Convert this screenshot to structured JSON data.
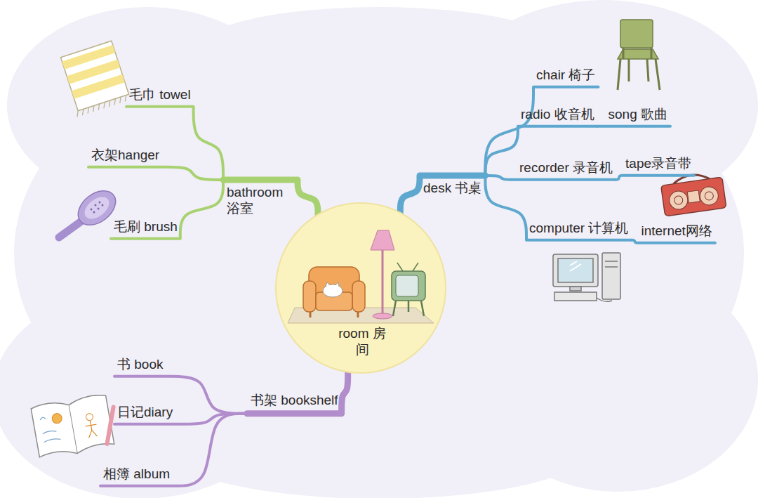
{
  "diagram": {
    "nodes": [
      {
        "text": [
          "room 房间"
        ]
      },
      {
        "text": [
          "bathroom 浴室"
        ]
      },
      {
        "text": [
          "毛巾 towel"
        ]
      },
      {
        "text": [
          "衣架hanger"
        ]
      },
      {
        "text": [
          "毛刷 brush"
        ]
      },
      {
        "text": [
          "desk 书桌"
        ]
      },
      {
        "text": [
          "chair 椅子"
        ]
      },
      {
        "text": [
          "radio 收音机"
        ]
      },
      {
        "text": [
          "song 歌曲"
        ]
      },
      {
        "text": [
          "recorder 录音机"
        ]
      },
      {
        "text": [
          "tape录音带"
        ]
      },
      {
        "text": [
          "computer 计算机"
        ]
      },
      {
        "text": [
          "internet网络"
        ]
      },
      {
        "text": [
          "书架 bookshelf"
        ]
      },
      {
        "text": [
          "书 book"
        ]
      },
      {
        "text": [
          "日记diary"
        ]
      },
      {
        "text": [
          "相簿 album"
        ]
      }
    ],
    "edges": [
      {
        "from": 0,
        "to": 1,
        "arrow": "none"
      },
      {
        "from": 0,
        "to": 5,
        "arrow": "none"
      },
      {
        "from": 0,
        "to": 13,
        "arrow": "none"
      },
      {
        "from": 1,
        "to": 2,
        "arrow": "none"
      },
      {
        "from": 1,
        "to": 3,
        "arrow": "none"
      },
      {
        "from": 1,
        "to": 4,
        "arrow": "none"
      },
      {
        "from": 5,
        "to": 6,
        "arrow": "none"
      },
      {
        "from": 5,
        "to": 7,
        "arrow": "none"
      },
      {
        "from": 7,
        "to": 8,
        "arrow": "none"
      },
      {
        "from": 5,
        "to": 9,
        "arrow": "none"
      },
      {
        "from": 9,
        "to": 10,
        "arrow": "none"
      },
      {
        "from": 5,
        "to": 11,
        "arrow": "none"
      },
      {
        "from": 11,
        "to": 12,
        "arrow": "none"
      },
      {
        "from": 13,
        "to": 14,
        "arrow": "none"
      },
      {
        "from": 13,
        "to": 15,
        "arrow": "none"
      },
      {
        "from": 13,
        "to": 16,
        "arrow": "none"
      }
    ]
  }
}
